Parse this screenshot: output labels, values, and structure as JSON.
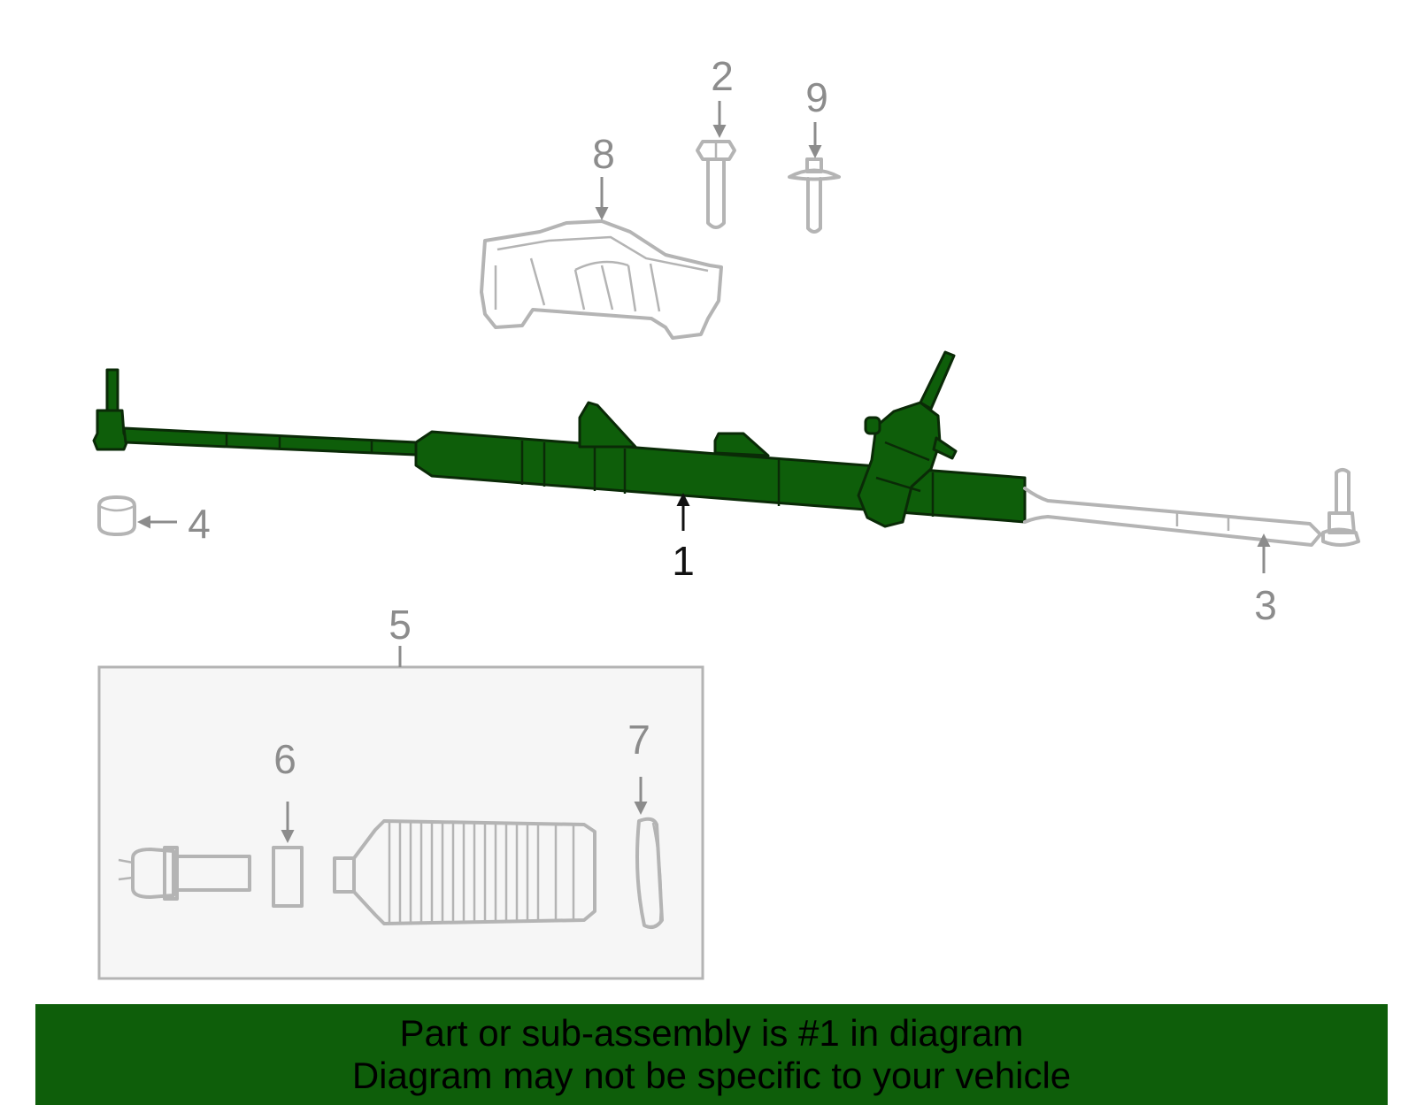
{
  "diagram": {
    "callouts": {
      "c1": "1",
      "c2": "2",
      "c3": "3",
      "c4": "4",
      "c5": "5",
      "c6": "6",
      "c7": "7",
      "c8": "8",
      "c9": "9"
    },
    "highlight_color": "#0e5e0a",
    "part_outline_color": "#b4b4b4"
  },
  "banner": {
    "line1": "Part or sub-assembly is #1 in diagram",
    "line2": "Diagram may not be specific to your vehicle"
  }
}
